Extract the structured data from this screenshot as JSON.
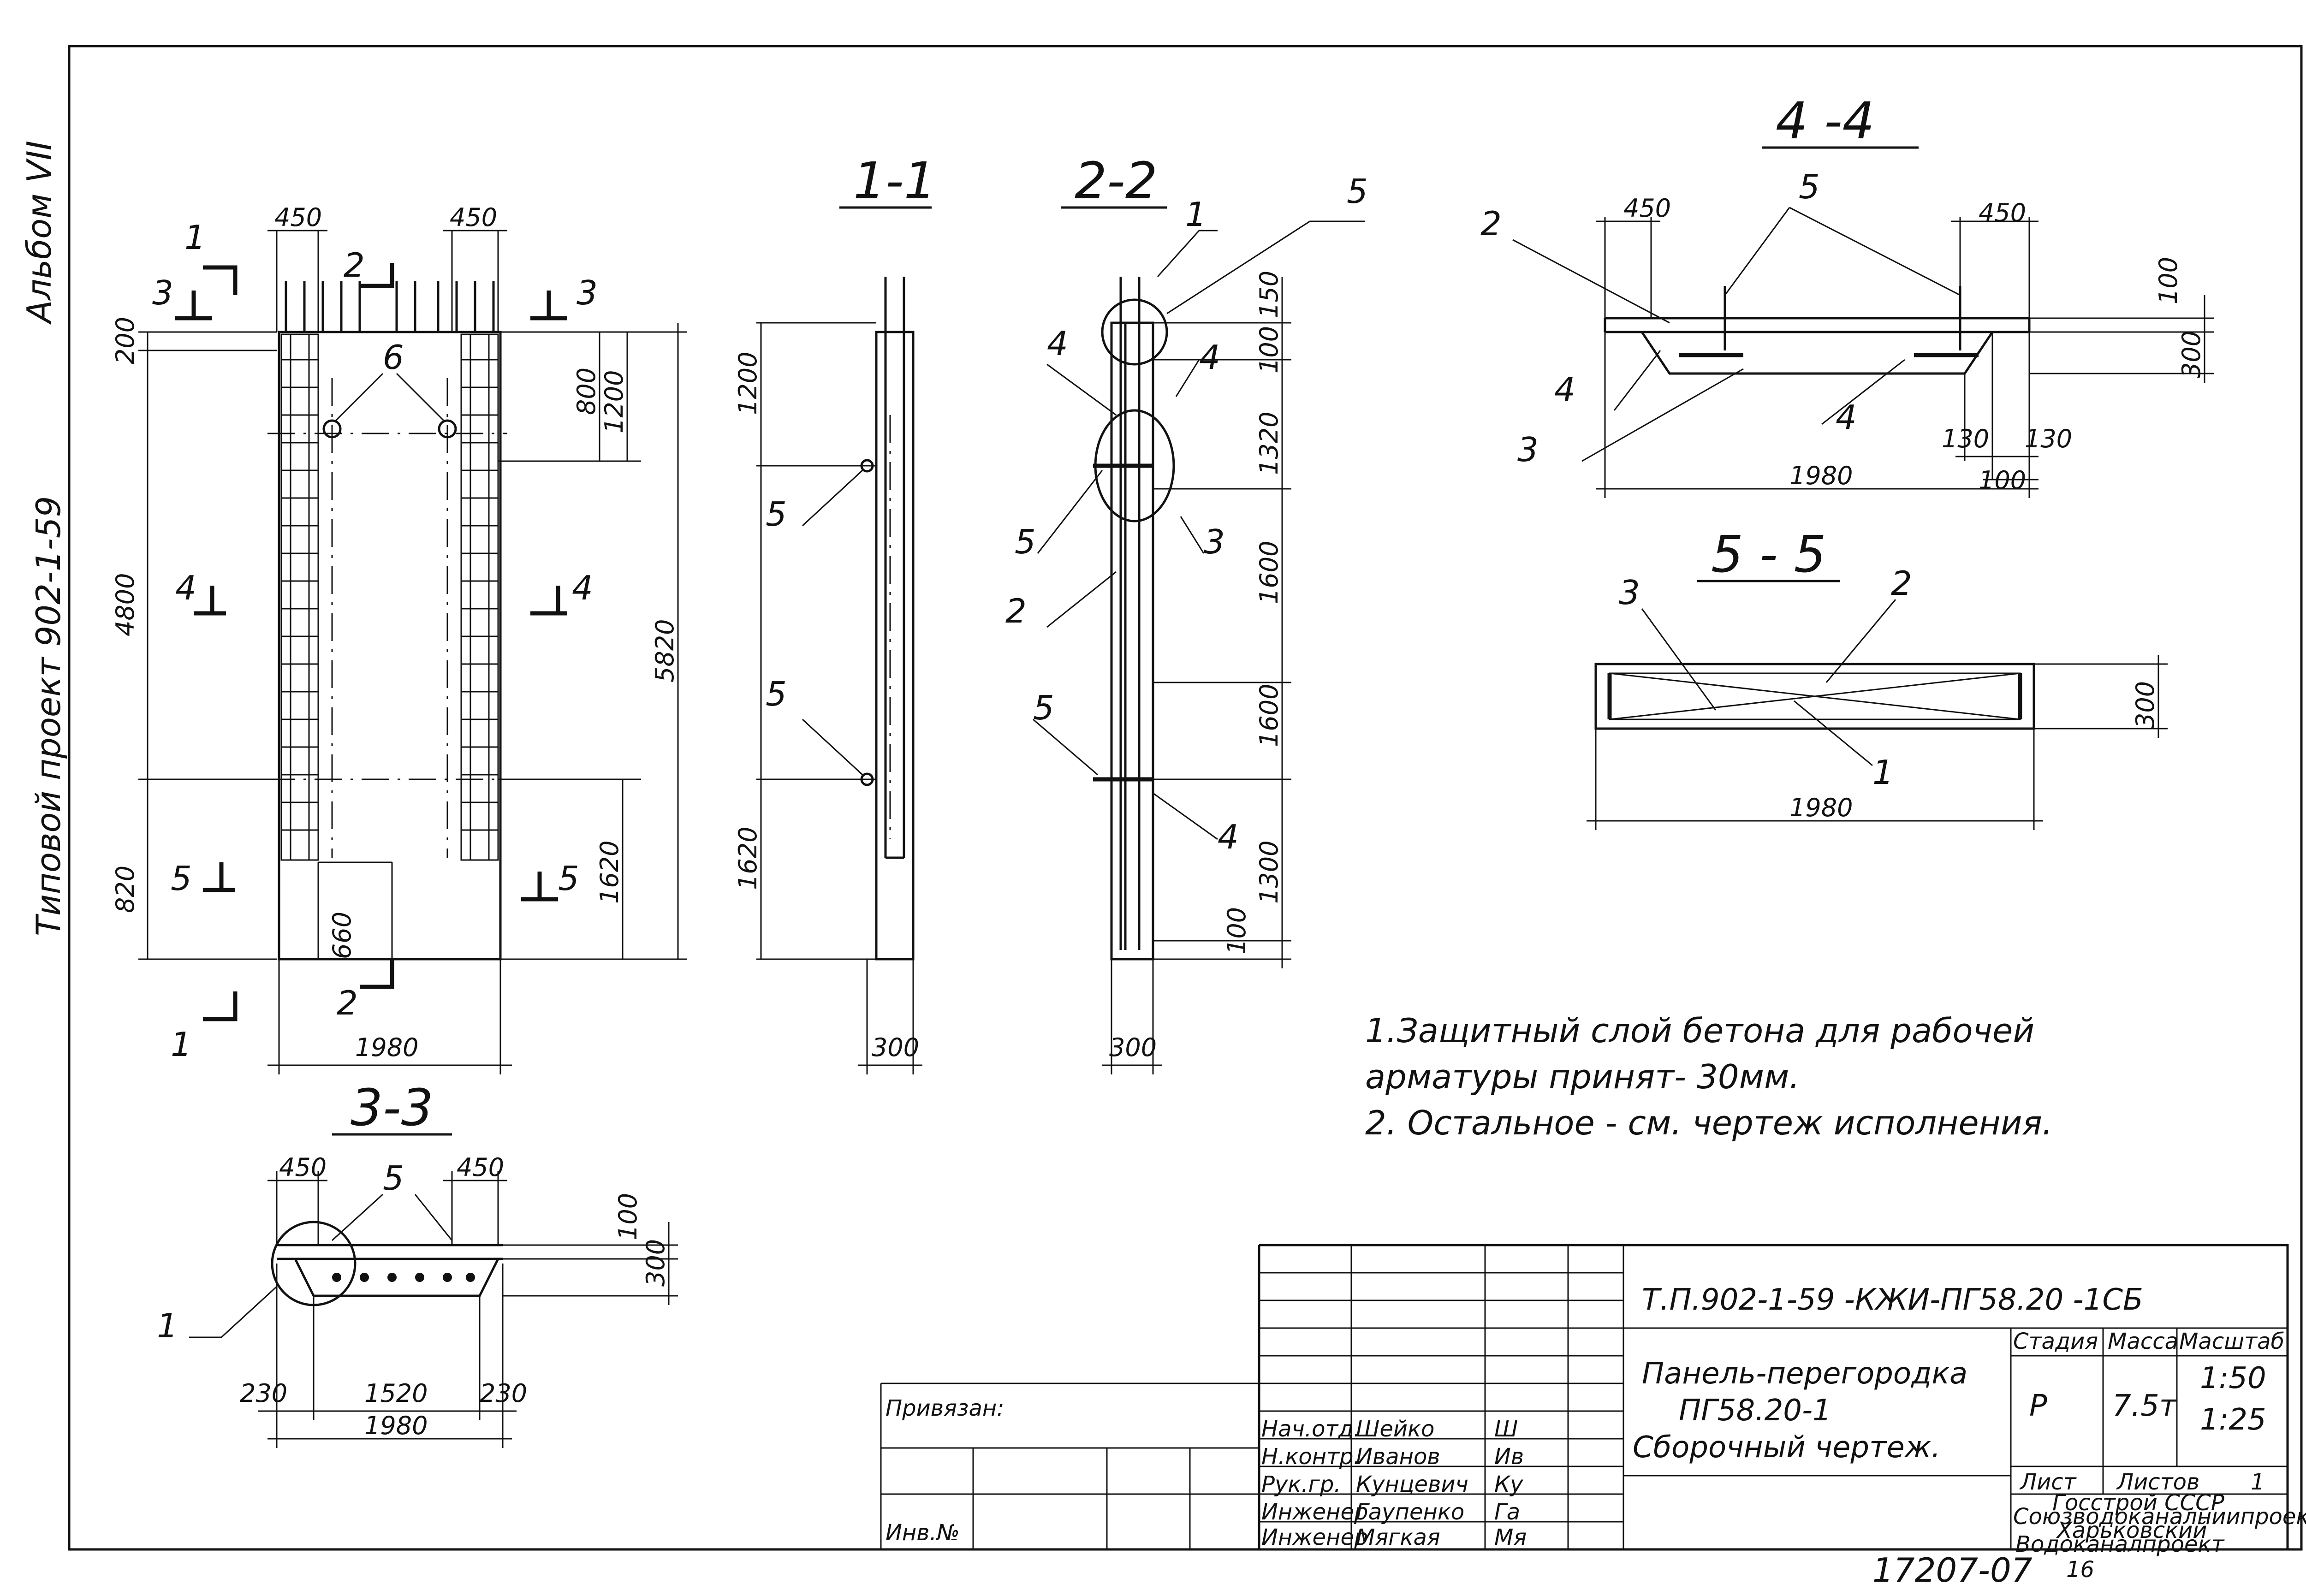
{
  "margin_text": {
    "album": "Альбом VII",
    "project": "Типовой проект 902-1-59"
  },
  "section_titles": {
    "s11": "1-1",
    "s22": "2-2",
    "s33": "3-3",
    "s44": "4 -4",
    "s55": "5 - 5"
  },
  "elevation": {
    "dims": {
      "w450_left": "450",
      "w450_right": "450",
      "d200": "200",
      "d800": "800",
      "d1200": "1200",
      "d4800": "4800",
      "d5820": "5820",
      "d1620": "1620",
      "d820": "820",
      "d660": "660",
      "d1980": "1980"
    },
    "marks": {
      "cut1_top": "1",
      "cut1_bot": "1",
      "cut2_top": "2",
      "cut2_bot": "2",
      "cut3_left": "3",
      "cut3_right": "3",
      "cut4_left": "4",
      "cut4_right": "4",
      "cut5_left": "5",
      "cut5_right": "5",
      "pos6": "6"
    }
  },
  "section11": {
    "dims": {
      "d1200": "1200",
      "d1620": "1620",
      "d300": "300"
    },
    "marks": {
      "p5a": "5",
      "p5b": "5"
    }
  },
  "section22": {
    "dims": {
      "d150": "150",
      "d100a": "100",
      "d1320": "1320",
      "d1600a": "1600",
      "d1600b": "1600",
      "d1300": "1300",
      "d100b": "100",
      "d300": "300"
    },
    "marks": {
      "p1": "1",
      "p5top": "5",
      "p4a": "4",
      "p4b": "4",
      "p5a": "5",
      "p3": "3",
      "p2": "2",
      "p5b": "5",
      "p4c": "4"
    }
  },
  "section44": {
    "dims": {
      "w450_left": "450",
      "w450_right": "450",
      "d100": "100",
      "d300": "300",
      "d130a": "130",
      "d130b": "130",
      "d100b": "100",
      "d1980": "1980"
    },
    "marks": {
      "p2": "2",
      "p5": "5",
      "p4a": "4",
      "p3": "3",
      "p4b": "4"
    }
  },
  "section55": {
    "dims": {
      "d300": "300",
      "d1980": "1980"
    },
    "marks": {
      "p3": "3",
      "p2": "2",
      "p1": "1"
    }
  },
  "section33": {
    "dims": {
      "w450_left": "450",
      "w450_right": "450",
      "d100": "100",
      "d300": "300",
      "d230a": "230",
      "d1520": "1520",
      "d230b": "230",
      "d1980": "1980"
    },
    "marks": {
      "p5": "5",
      "p1": "1"
    }
  },
  "notes": {
    "line1": "1.Защитный  слой бетона для рабочей",
    "line2": "арматуры принят- 30мм.",
    "line3": "2. Остальное - см. чертеж исполнения."
  },
  "title_block": {
    "code": "Т.П.902-1-59 -КЖИ-ПГ58.20 -1СБ",
    "name1": "Панель-перегородка",
    "name2": "ПГ58.20-1",
    "name3": "Сборочный чертеж.",
    "stage_label": "Стадия",
    "mass_label": "Масса",
    "scale_label": "Масштаб",
    "stage": "Р",
    "mass": "7.5т",
    "scale1": "1:50",
    "scale2": "1:25",
    "sheet_label": "Лист",
    "sheets_label": "Листов",
    "sheets": "1",
    "org1": "Госстрой СССР",
    "org2": "Союзводоканалниипроект",
    "org3": "Харьковский",
    "org4": "Водоканалпроект",
    "bound_label": "Привязан:",
    "inv_label": "Инв.№",
    "staff": [
      {
        "role": "Нач.отд.",
        "name": "Шейко",
        "sign": "Ш"
      },
      {
        "role": "Н.контр.",
        "name": "Иванов",
        "sign": "Ив"
      },
      {
        "role": "Рук.гр.",
        "name": "Кунцевич",
        "sign": "Ку"
      },
      {
        "role": "Инженер",
        "name": "Гаупенко",
        "sign": "Га"
      },
      {
        "role": "Инженер",
        "name": "Мягкая",
        "sign": "Мя"
      }
    ]
  },
  "footer": {
    "number": "17207-07",
    "page": "16"
  }
}
